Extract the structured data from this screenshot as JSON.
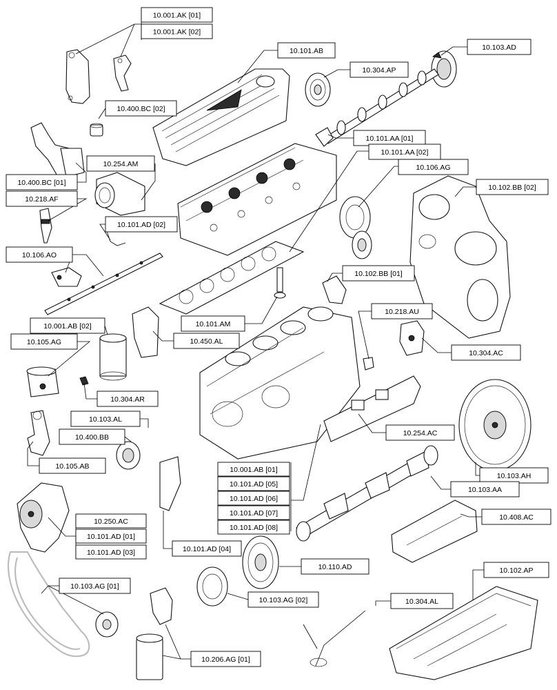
{
  "diagram": {
    "labels": {
      "l_10_001_ak_01": "10.001.AK [01]",
      "l_10_001_ak_02": "10.001.AK [02]",
      "l_10_101_ab": "10.101.AB",
      "l_10_103_ad": "10.103.AD",
      "l_10_304_ap": "10.304.AP",
      "l_10_400_bc_02": "10.400.BC [02]",
      "l_10_101_aa_01": "10.101.AA [01]",
      "l_10_101_aa_02": "10.101.AA [02]",
      "l_10_254_am": "10.254.AM",
      "l_10_106_ag": "10.106.AG",
      "l_10_400_bc_01": "10.400.BC [01]",
      "l_10_102_bb_02": "10.102.BB [02]",
      "l_10_218_af": "10.218.AF",
      "l_10_101_ad_02": "10.101.AD [02]",
      "l_10_106_ao": "10.106.AO",
      "l_10_102_bb_01": "10.102.BB [01]",
      "l_10_218_au": "10.218.AU",
      "l_10_101_am": "10.101.AM",
      "l_10_001_ab_02": "10.001.AB [02]",
      "l_10_450_al": "10.450.AL",
      "l_10_105_ag": "10.105.AG",
      "l_10_304_ac": "10.304.AC",
      "l_10_304_ar": "10.304.AR",
      "l_10_103_al": "10.103.AL",
      "l_10_254_ac": "10.254.AC",
      "l_10_400_bb": "10.400.BB",
      "l_10_105_ab": "10.105.AB",
      "l_10_001_ab_01": "10.001.AB [01]",
      "l_10_101_ad_05": "10.101.AD [05]",
      "l_10_101_ad_06": "10.101.AD [06]",
      "l_10_101_ad_07": "10.101.AD [07]",
      "l_10_101_ad_08": "10.101.AD [08]",
      "l_10_103_ah": "10.103.AH",
      "l_10_103_aa": "10.103.AA",
      "l_10_250_ac": "10.250.AC",
      "l_10_408_ac": "10.408.AC",
      "l_10_101_ad_01": "10.101.AD [01]",
      "l_10_101_ad_03": "10.101.AD [03]",
      "l_10_101_ad_04": "10.101.AD [04]",
      "l_10_110_ad": "10.110.AD",
      "l_10_103_ag_01": "10.103.AG [01]",
      "l_10_102_ap": "10.102.AP",
      "l_10_103_ag_02": "10.103.AG [02]",
      "l_10_304_al": "10.304.AL",
      "l_10_206_ag_01": "10.206.AG [01]"
    }
  }
}
